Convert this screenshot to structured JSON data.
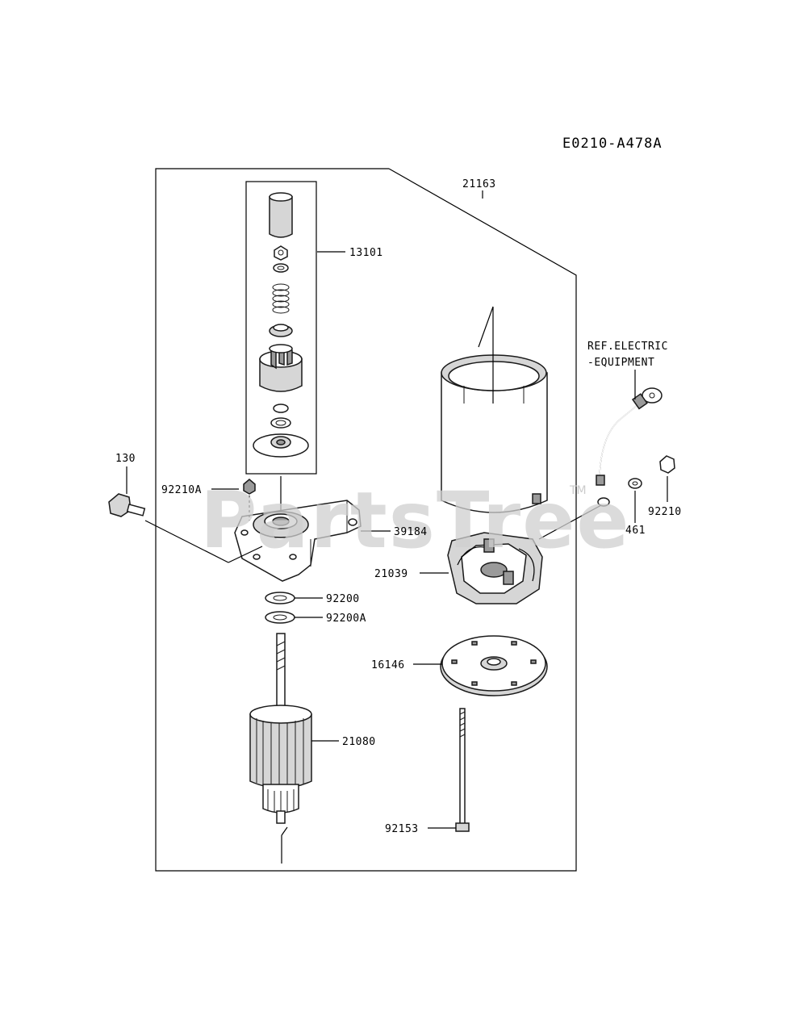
{
  "diagram_code": "E0210-A478A",
  "watermark": "PartsTree",
  "watermark_mark": "TM",
  "reference_label": {
    "line1": "REF.ELECTRIC",
    "line2": "-EQUIPMENT"
  },
  "parts": [
    {
      "number": "21163"
    },
    {
      "number": "13101"
    },
    {
      "number": "130"
    },
    {
      "number": "92210A"
    },
    {
      "number": "39184"
    },
    {
      "number": "92200"
    },
    {
      "number": "92200A"
    },
    {
      "number": "21080"
    },
    {
      "number": "21039"
    },
    {
      "number": "16146"
    },
    {
      "number": "92153"
    },
    {
      "number": "461"
    },
    {
      "number": "92210"
    }
  ]
}
